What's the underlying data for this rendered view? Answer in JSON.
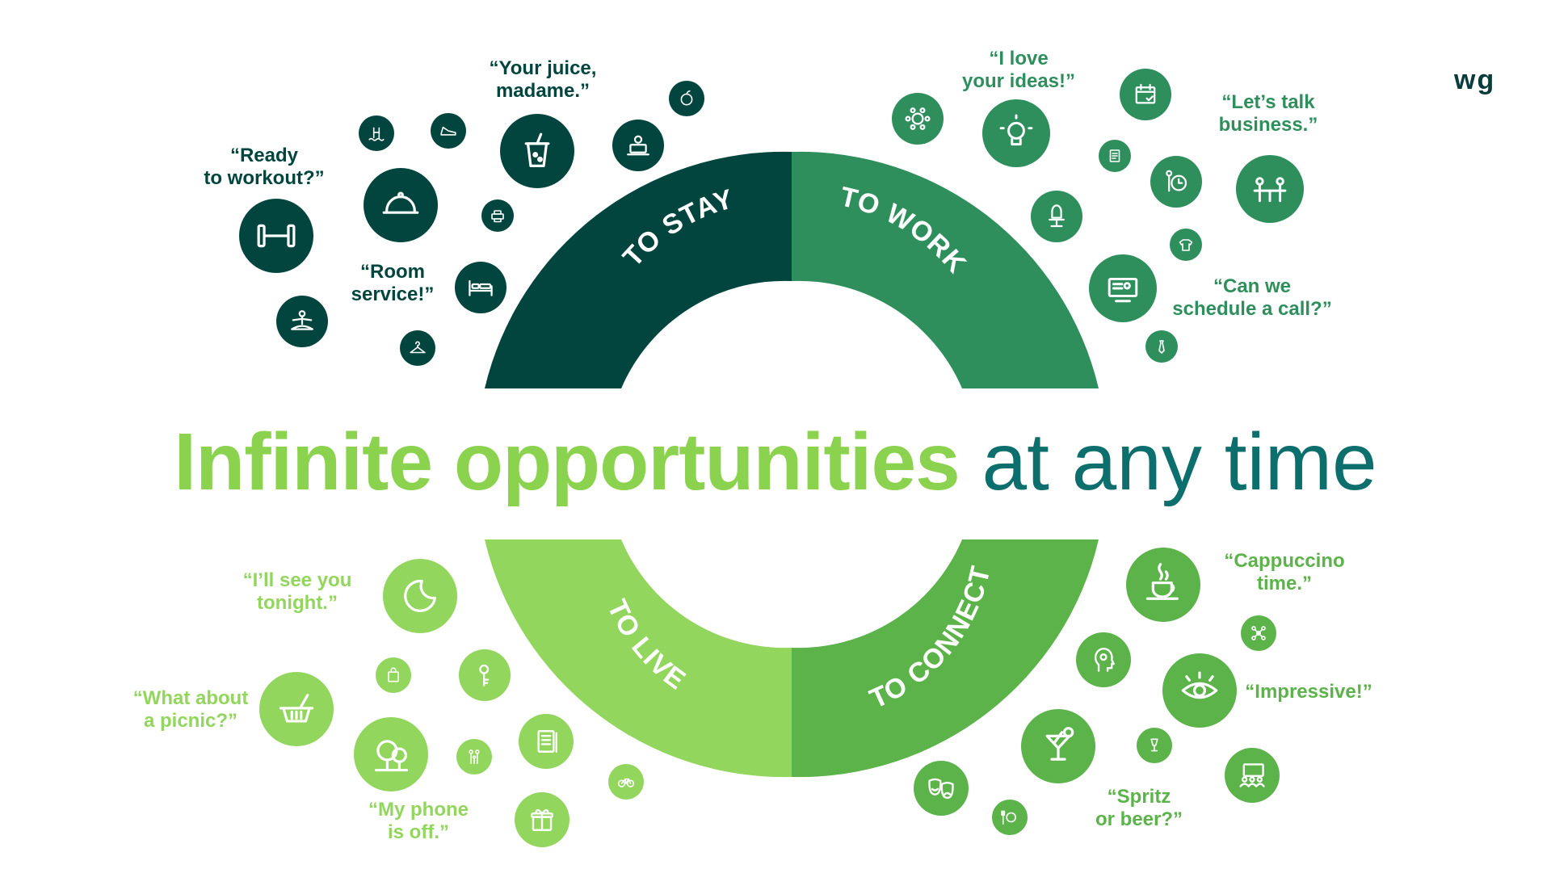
{
  "logo": "wg",
  "headline": {
    "part1": "Infinite opportunities",
    "part2": "at any time"
  },
  "colors": {
    "stay": "#02453f",
    "work": "#2e8f5c",
    "connect": "#5bb34a",
    "live": "#92d65e"
  },
  "segments": [
    {
      "label": "TO STAY",
      "color": "#02453f"
    },
    {
      "label": "TO WORK",
      "color": "#2e8f5c"
    },
    {
      "label": "TO CONNECT",
      "color": "#5bb34a"
    },
    {
      "label": "TO LIVE",
      "color": "#92d65e"
    }
  ],
  "quotes": [
    {
      "lines": [
        "“Your juice,",
        "madame.”"
      ],
      "group": "stay"
    },
    {
      "lines": [
        "“Ready",
        "to workout?”"
      ],
      "group": "stay"
    },
    {
      "lines": [
        "“Room",
        "service!”"
      ],
      "group": "stay"
    },
    {
      "lines": [
        "“I love",
        "your ideas!”"
      ],
      "group": "work"
    },
    {
      "lines": [
        "“Let’s talk",
        "business.”"
      ],
      "group": "work"
    },
    {
      "lines": [
        "“Can we",
        "schedule a call?”"
      ],
      "group": "work"
    },
    {
      "lines": [
        "“I’ll see you",
        "tonight.”"
      ],
      "group": "live"
    },
    {
      "lines": [
        "“What about",
        "a picnic?”"
      ],
      "group": "live"
    },
    {
      "lines": [
        "“My phone",
        "is off.”"
      ],
      "group": "live"
    },
    {
      "lines": [
        "“Cappuccino",
        "time.”"
      ],
      "group": "connect"
    },
    {
      "lines": [
        "“Impressive!”"
      ],
      "group": "connect"
    },
    {
      "lines": [
        "“Spritz",
        "or beer?”"
      ],
      "group": "connect"
    }
  ],
  "icons": [
    {
      "name": "dumbbell-icon",
      "group": "stay",
      "glyph": "dumbbell"
    },
    {
      "name": "cloche-icon",
      "group": "stay",
      "glyph": "cloche"
    },
    {
      "name": "pool-icon",
      "group": "stay",
      "glyph": "pool"
    },
    {
      "name": "sneaker-icon",
      "group": "stay",
      "glyph": "shoe"
    },
    {
      "name": "juice-cup-icon",
      "group": "stay",
      "glyph": "cup"
    },
    {
      "name": "apple-icon",
      "group": "stay",
      "glyph": "apple"
    },
    {
      "name": "laptop-person-icon",
      "group": "stay",
      "glyph": "laptop"
    },
    {
      "name": "printer-icon",
      "group": "stay",
      "glyph": "printer"
    },
    {
      "name": "bed-icon",
      "group": "stay",
      "glyph": "bed"
    },
    {
      "name": "yoga-icon",
      "group": "stay",
      "glyph": "person"
    },
    {
      "name": "hanger-icon",
      "group": "stay",
      "glyph": "hanger"
    },
    {
      "name": "meeting-table-icon",
      "group": "work",
      "glyph": "group"
    },
    {
      "name": "lightbulb-icon",
      "group": "work",
      "glyph": "bulb"
    },
    {
      "name": "calendar-icon",
      "group": "work",
      "glyph": "calendar"
    },
    {
      "name": "document-icon",
      "group": "work",
      "glyph": "document"
    },
    {
      "name": "clock-person-icon",
      "group": "work",
      "glyph": "clock"
    },
    {
      "name": "business-meeting-icon",
      "group": "work",
      "glyph": "meeting"
    },
    {
      "name": "office-chair-icon",
      "group": "work",
      "glyph": "chair"
    },
    {
      "name": "laundry-icon",
      "group": "work",
      "glyph": "shirt"
    },
    {
      "name": "video-call-icon",
      "group": "work",
      "glyph": "video"
    },
    {
      "name": "tie-icon",
      "group": "work",
      "glyph": "tie"
    },
    {
      "name": "moon-icon",
      "group": "live",
      "glyph": "moon"
    },
    {
      "name": "shopping-bag-icon",
      "group": "live",
      "glyph": "bag"
    },
    {
      "name": "keys-icon",
      "group": "live",
      "glyph": "keys"
    },
    {
      "name": "picnic-basket-icon",
      "group": "live",
      "glyph": "basket"
    },
    {
      "name": "trees-icon",
      "group": "live",
      "glyph": "trees"
    },
    {
      "name": "family-icon",
      "group": "live",
      "glyph": "family"
    },
    {
      "name": "menu-icon",
      "group": "live",
      "glyph": "menu"
    },
    {
      "name": "bicycle-icon",
      "group": "live",
      "glyph": "bike"
    },
    {
      "name": "gift-icon",
      "group": "live",
      "glyph": "gift"
    },
    {
      "name": "coffee-cup-icon",
      "group": "connect",
      "glyph": "coffee"
    },
    {
      "name": "network-icon",
      "group": "connect",
      "glyph": "network"
    },
    {
      "name": "head-idea-icon",
      "group": "connect",
      "glyph": "head"
    },
    {
      "name": "eye-icon",
      "group": "connect",
      "glyph": "eye"
    },
    {
      "name": "cocktail-icon",
      "group": "connect",
      "glyph": "cocktail"
    },
    {
      "name": "champagne-icon",
      "group": "connect",
      "glyph": "glass"
    },
    {
      "name": "theatre-masks-icon",
      "group": "connect",
      "glyph": "masks"
    },
    {
      "name": "dining-icon",
      "group": "connect",
      "glyph": "dining"
    },
    {
      "name": "presentation-icon",
      "group": "connect",
      "glyph": "screen"
    }
  ]
}
